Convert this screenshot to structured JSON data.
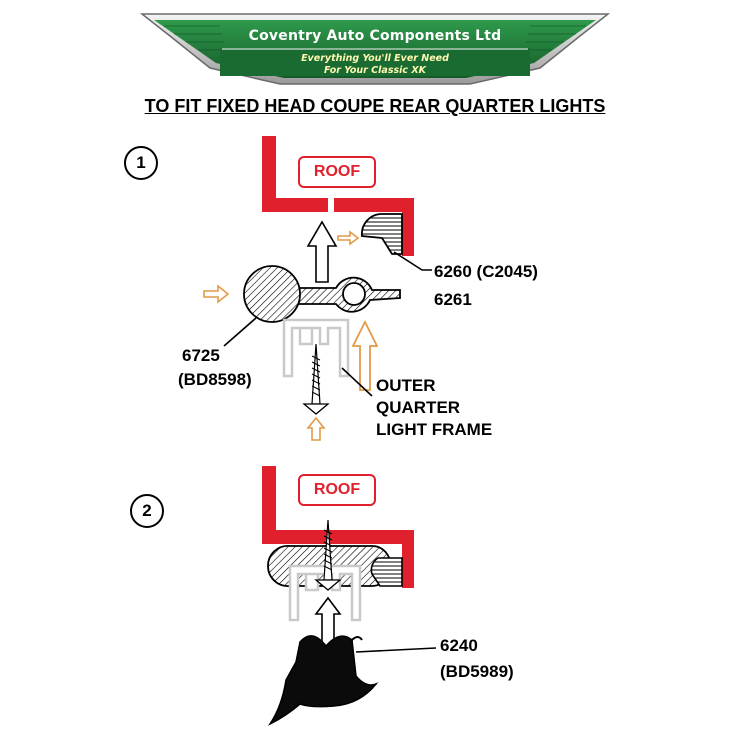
{
  "banner": {
    "company": "Coventry Auto Components Ltd",
    "tagline_1": "Everything You'll Ever Need",
    "tagline_2": "For Your Classic XK"
  },
  "heading": "TO FIT FIXED HEAD COUPE REAR QUARTER LIGHTS",
  "diagram_1": {
    "step": "1",
    "roof_label": "ROOF",
    "part_a": "6260  (C2045)",
    "part_b": "6261",
    "part_c_1": "6725",
    "part_c_2": "(BD8598)",
    "frame_1": "OUTER",
    "frame_2": "QUARTER",
    "frame_3": "LIGHT FRAME"
  },
  "diagram_2": {
    "step": "2",
    "roof_label": "ROOF",
    "part_a_1": "6240",
    "part_a_2": "(BD5989)"
  },
  "colors": {
    "roof_red": "#e0202c",
    "banner_green": "#1f7a3a",
    "arrow_orange": "#e39a48",
    "frame_grey": "#c9c9c9"
  }
}
